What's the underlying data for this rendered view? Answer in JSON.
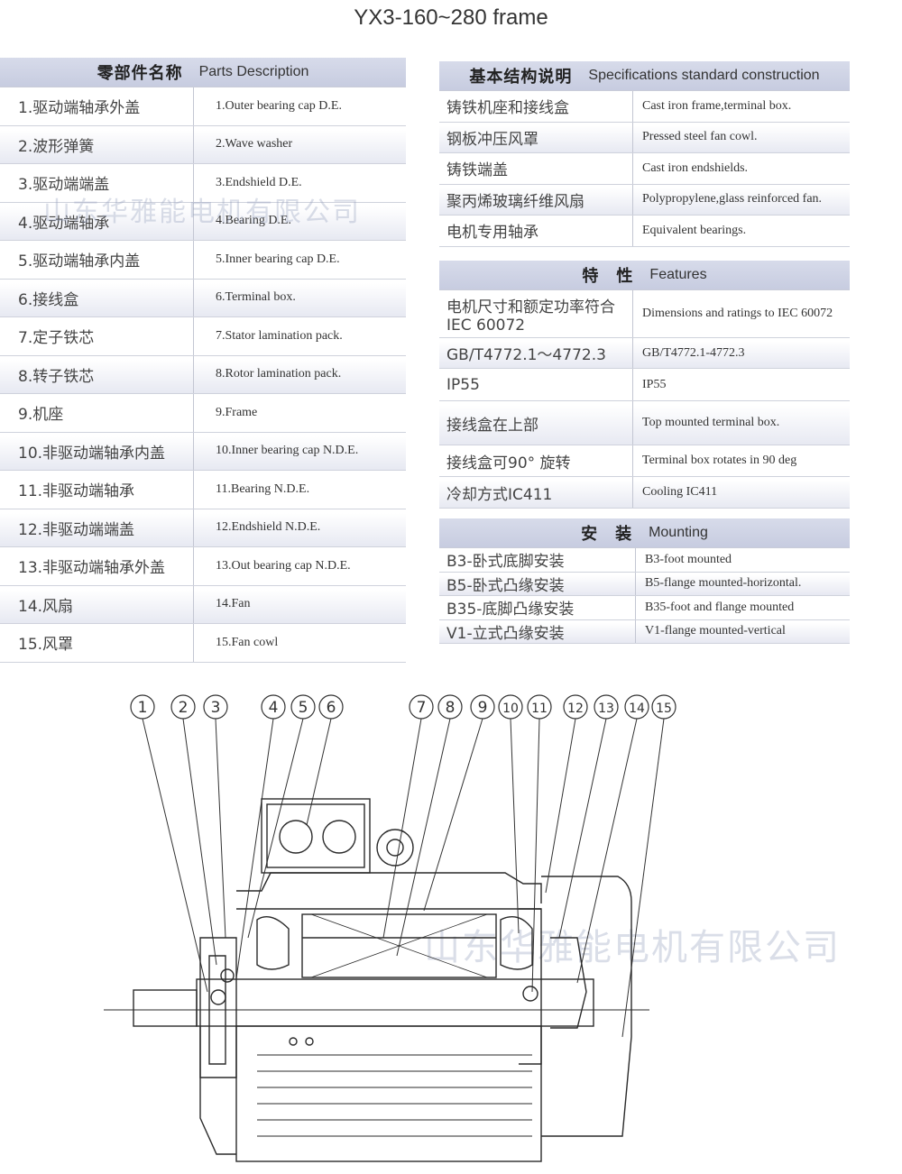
{
  "title": "YX3-160~280 frame",
  "parts": {
    "header_zh": "零部件名称",
    "header_en": "Parts Description",
    "items": [
      {
        "zh": "1.驱动端轴承外盖",
        "en": "1.Outer bearing cap D.E."
      },
      {
        "zh": "2.波形弹簧",
        "en": "2.Wave washer"
      },
      {
        "zh": "3.驱动端端盖",
        "en": "3.Endshield D.E."
      },
      {
        "zh": "4.驱动端轴承",
        "en": "4.Bearing D.E."
      },
      {
        "zh": "5.驱动端轴承内盖",
        "en": "5.Inner bearing cap D.E."
      },
      {
        "zh": "6.接线盒",
        "en": "6.Terminal box."
      },
      {
        "zh": "7.定子铁芯",
        "en": "7.Stator lamination pack."
      },
      {
        "zh": "8.转子铁芯",
        "en": "8.Rotor lamination pack."
      },
      {
        "zh": "9.机座",
        "en": "9.Frame"
      },
      {
        "zh": "10.非驱动端轴承内盖",
        "en": "10.Inner bearing cap N.D.E."
      },
      {
        "zh": "11.非驱动端轴承",
        "en": "11.Bearing N.D.E."
      },
      {
        "zh": "12.非驱动端端盖",
        "en": "12.Endshield N.D.E."
      },
      {
        "zh": "13.非驱动端轴承外盖",
        "en": "13.Out bearing cap N.D.E."
      },
      {
        "zh": "14.风扇",
        "en": "14.Fan"
      },
      {
        "zh": "15.风罩",
        "en": "15.Fan cowl"
      }
    ]
  },
  "specs": {
    "header_zh": "基本结构说明",
    "header_en": "Specifications standard construction",
    "items": [
      {
        "zh": "铸铁机座和接线盒",
        "en": "Cast iron frame,terminal box."
      },
      {
        "zh": "钢板冲压风罩",
        "en": "Pressed steel fan cowl."
      },
      {
        "zh": "铸铁端盖",
        "en": "Cast iron endshields."
      },
      {
        "zh": "聚丙烯玻璃纤维风扇",
        "en": "Polypropylene,glass reinforced fan."
      },
      {
        "zh": "电机专用轴承",
        "en": "Equivalent bearings."
      }
    ]
  },
  "features": {
    "header_zh": "特　性",
    "header_en": "Features",
    "items": [
      {
        "zh": "电机尺寸和额定功率符合",
        "zh2": "IEC 60072",
        "en": "Dimensions and ratings to IEC 60072"
      },
      {
        "zh": "GB/T4772.1～4772.3",
        "en": "GB/T4772.1-4772.3"
      },
      {
        "zh": "IP55",
        "en": "IP55"
      },
      {
        "zh": "接线盒在上部",
        "en": "Top mounted terminal box."
      },
      {
        "zh": "接线盒可90° 旋转",
        "en": "Terminal box rotates in 90 deg"
      },
      {
        "zh": "冷却方式IC411",
        "en": "Cooling IC411"
      }
    ]
  },
  "mounting": {
    "header_zh": "安　装",
    "header_en": "Mounting",
    "items": [
      {
        "zh": "B3-卧式底脚安装",
        "en": "B3-foot mounted"
      },
      {
        "zh": "B5-卧式凸缘安装",
        "en": "B5-flange mounted-horizontal."
      },
      {
        "zh": "B35-底脚凸缘安装",
        "en": "B35-foot and flange mounted"
      },
      {
        "zh": "V1-立式凸缘安装",
        "en": "V1-flange mounted-vertical"
      }
    ]
  },
  "watermark": "山东华雅能电机有限公司",
  "diagram": {
    "callouts": [
      "1",
      "2",
      "3",
      "4",
      "5",
      "6",
      "7",
      "8",
      "9",
      "10",
      "11",
      "12",
      "13",
      "14",
      "15"
    ]
  }
}
